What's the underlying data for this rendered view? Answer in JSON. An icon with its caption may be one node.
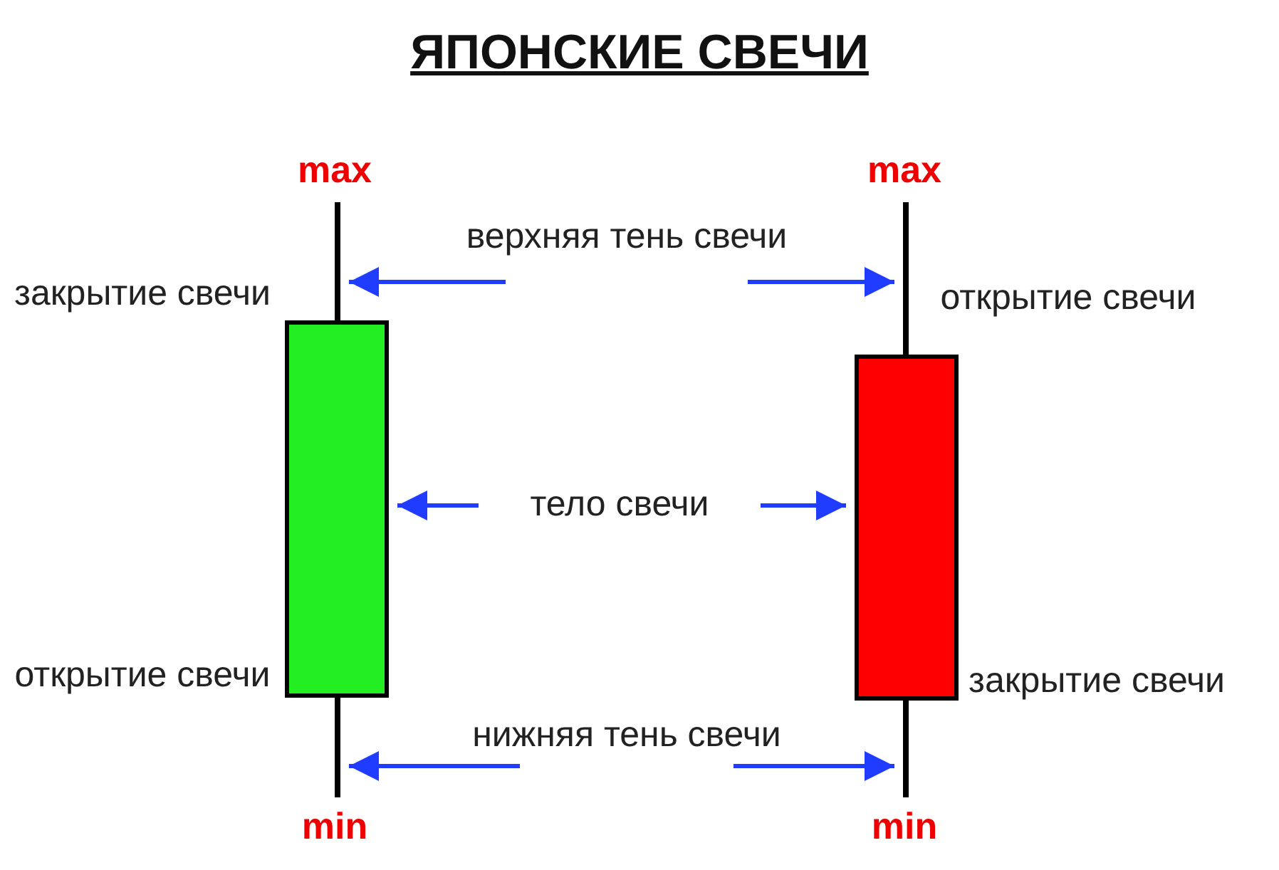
{
  "diagram": {
    "title": "ЯПОНСКИЕ СВЕЧИ",
    "nodes": [
      {
        "text": [],
        "shape": "box"
      },
      {
        "text": [],
        "shape": "box"
      },
      {
        "text": [],
        "shape": "bar"
      },
      {
        "text": [],
        "shape": "bar"
      },
      {
        "text": [],
        "shape": "bar"
      },
      {
        "text": [],
        "shape": "bar"
      },
      {
        "text": [
          "верхняя тень свечи"
        ]
      },
      {
        "text": [
          "тело свечи"
        ]
      },
      {
        "text": [
          "нижняя тень свечи"
        ]
      }
    ],
    "edges": [
      {
        "from": 6,
        "to": 2,
        "arrow": "to",
        "color": "#1f3cff"
      },
      {
        "from": 6,
        "to": 3,
        "arrow": "to",
        "color": "#1f3cff"
      },
      {
        "from": 7,
        "to": 0,
        "arrow": "to",
        "color": "#1f3cff"
      },
      {
        "from": 7,
        "to": 1,
        "arrow": "to",
        "color": "#1f3cff"
      },
      {
        "from": 8,
        "to": 4,
        "arrow": "to",
        "color": "#1f3cff"
      },
      {
        "from": 8,
        "to": 5,
        "arrow": "to",
        "color": "#1f3cff"
      }
    ],
    "labels": [
      "max",
      "max",
      "закрытие свечи",
      "открытие свечи",
      "открытие свечи",
      "закрытие свечи",
      "min",
      "min"
    ]
  }
}
